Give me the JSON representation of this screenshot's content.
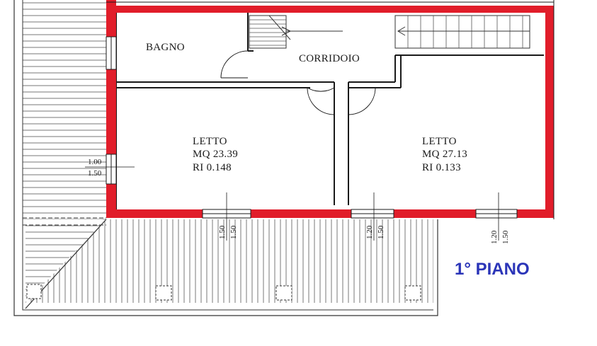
{
  "rooms": {
    "bagno": {
      "name": "BAGNO"
    },
    "corridoio": {
      "name": "CORRIDOIO"
    },
    "letto_left": {
      "name": "LETTO",
      "area": "MQ 23.39",
      "ri": "RI 0.148"
    },
    "letto_right": {
      "name": "LETTO",
      "area": "MQ 27.13",
      "ri": "RI 0.133"
    }
  },
  "dimensions": {
    "left_window": {
      "width": "1.00",
      "height": "1.50"
    },
    "window_1": {
      "width": "1.50",
      "height": "1.50"
    },
    "window_2": {
      "width": "1.20",
      "height": "1.50"
    },
    "window_3": {
      "width": "1.20",
      "height": "1.50"
    }
  },
  "floor_label": "1° PIANO",
  "colors": {
    "walls": "#e11d2a",
    "lines": "#1a1a1a",
    "floor_label": "#2b35b8"
  }
}
